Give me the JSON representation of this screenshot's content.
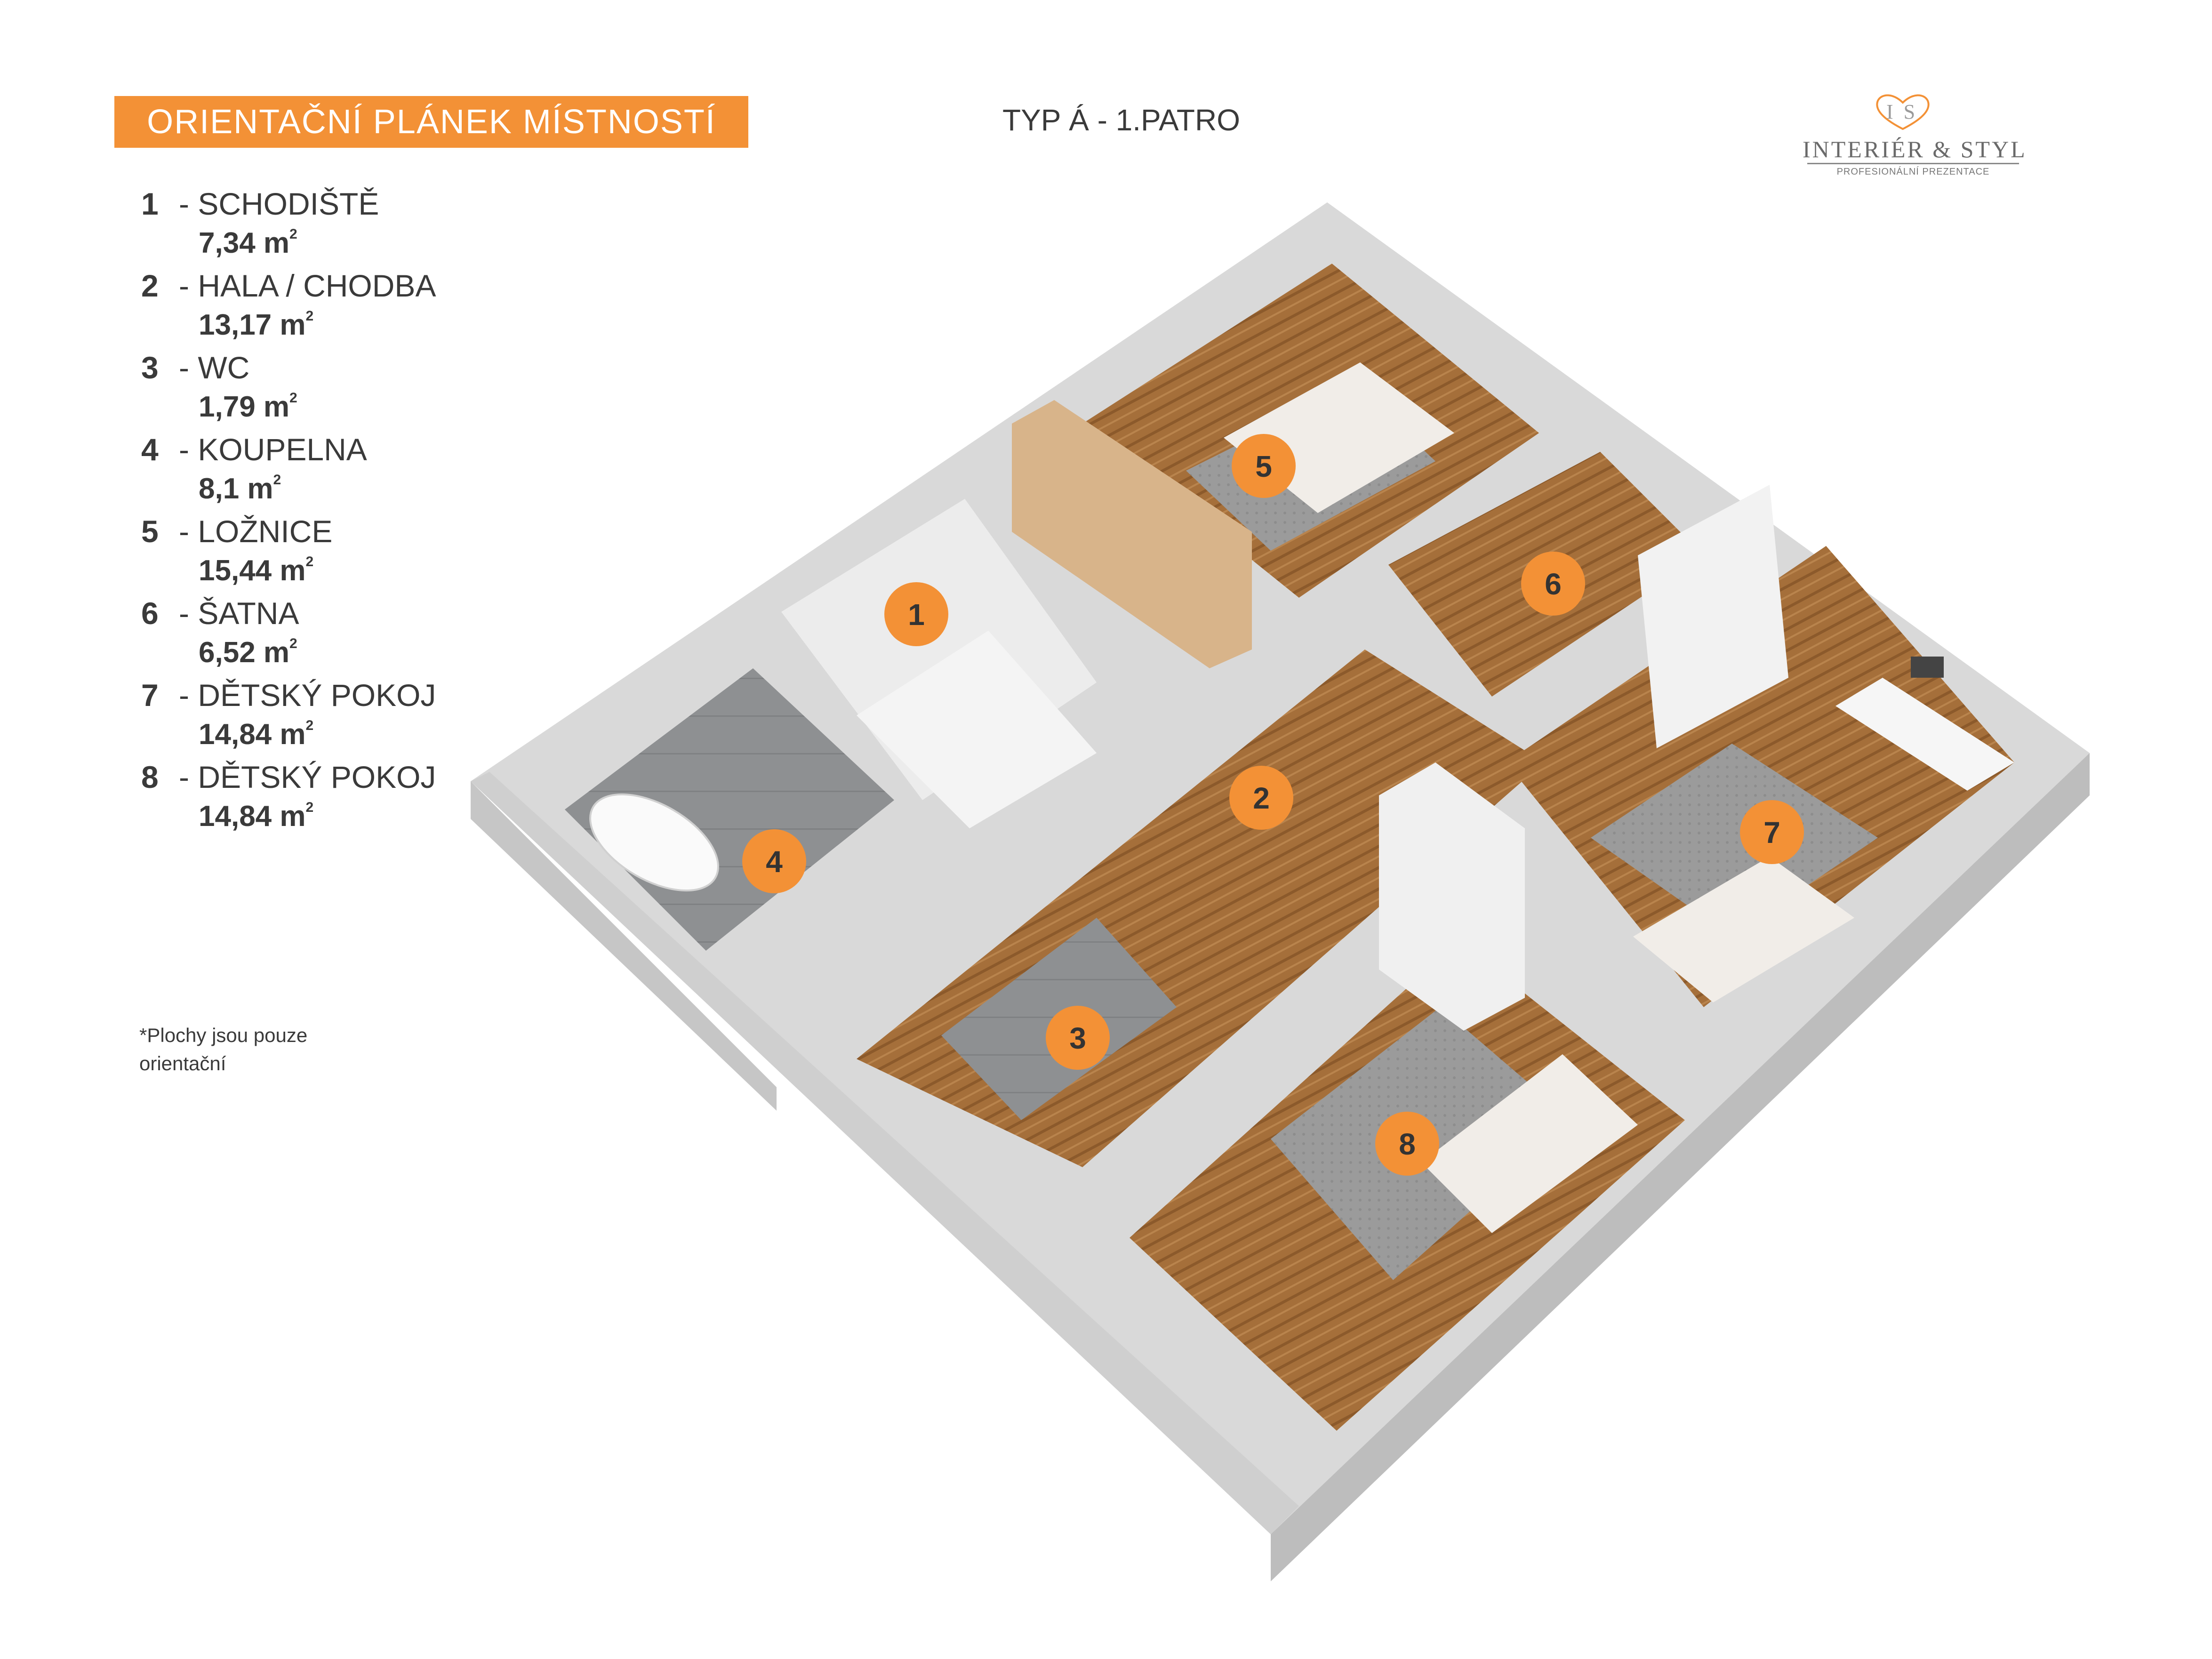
{
  "header": {
    "title": "ORIENTAČNÍ PLÁNEK MÍSTNOSTÍ",
    "subtitle": "TYP Á - 1.PATRO"
  },
  "logo": {
    "monogram": "IS",
    "name": "INTERIÉR & STYL",
    "tagline": "PROFESIONÁLNÍ PREZENTACE"
  },
  "rooms": [
    {
      "number": "1",
      "name": "- SCHODIŠTĚ",
      "area": "7,34 m",
      "unit_exp": "2"
    },
    {
      "number": "2",
      "name": "- HALA / CHODBA",
      "area": "13,17 m",
      "unit_exp": "2"
    },
    {
      "number": "3",
      "name": "- WC",
      "area": "1,79 m",
      "unit_exp": "2"
    },
    {
      "number": "4",
      "name": "- KOUPELNA",
      "area": "8,1 m",
      "unit_exp": "2"
    },
    {
      "number": "5",
      "name": "- LOŽNICE",
      "area": "15,44 m",
      "unit_exp": "2"
    },
    {
      "number": "6",
      "name": "- ŠATNA",
      "area": "6,52 m",
      "unit_exp": "2"
    },
    {
      "number": "7",
      "name": "- DĚTSKÝ POKOJ",
      "area": "14,84 m",
      "unit_exp": "2"
    },
    {
      "number": "8",
      "name": "- DĚTSKÝ POKOJ",
      "area": "14,84 m",
      "unit_exp": "2"
    }
  ],
  "footnote": "*Plochy jsou pouze orientační",
  "markers": [
    "1",
    "2",
    "3",
    "4",
    "5",
    "6",
    "7",
    "8"
  ],
  "colors": {
    "accent": "#f39136",
    "wall": "#e6e6e6",
    "wood": "#a0703f",
    "tile": "#8a8c8e",
    "text": "#3a3a3a"
  }
}
